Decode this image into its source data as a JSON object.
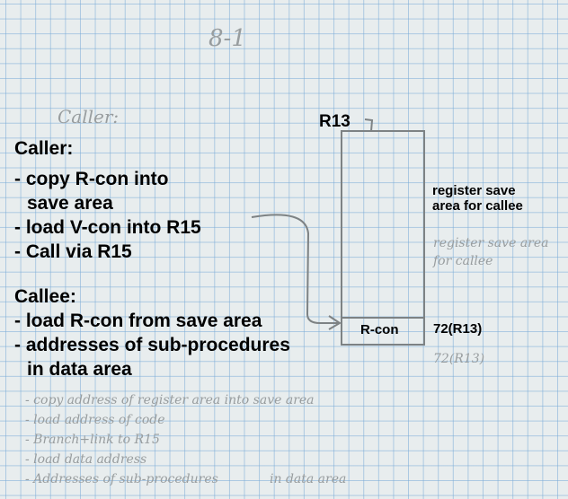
{
  "handwriting": {
    "page_number": "8-1",
    "caller": "Caller:",
    "caller_1": "- copy address of register area into save area",
    "caller_2": "- load address of code",
    "caller_3": "- Branch+link to R15",
    "callee_1": "- load data address",
    "callee_2": "- Addresses of sub-procedures",
    "callee_3": "in data area",
    "box_label": "register save area for callee",
    "offset": "72(R13)"
  },
  "caller": {
    "heading": "Caller:",
    "steps": [
      "- copy R-con into",
      "save area",
      "- load V-con into R15",
      "- Call via R15"
    ]
  },
  "callee": {
    "heading": "Callee:",
    "steps": [
      "- load R-con from save area",
      "- addresses of sub-procedures",
      "in data area"
    ]
  },
  "diagram": {
    "register_label": "R13",
    "box_description_1": "register save",
    "box_description_2": "area for callee",
    "cell_label": "R-con",
    "offset_label": "72(R13)"
  }
}
